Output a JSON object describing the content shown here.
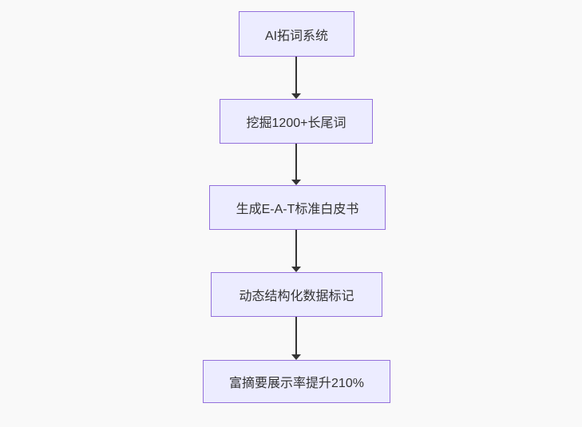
{
  "page": {
    "background_color": "#f9f9f9"
  },
  "flowchart": {
    "direction": "top-to-bottom",
    "node_fill_color": "#ECECFF",
    "node_border_color": "#9370DB",
    "text_color": "#333333",
    "arrow_color": "#333333",
    "nodes": [
      {
        "label": "AI拓词系统"
      },
      {
        "label": "挖掘1200+长尾词"
      },
      {
        "label": "生成E-A-T标准白皮书"
      },
      {
        "label": "动态结构化数据标记"
      },
      {
        "label": "富摘要展示率提升210%"
      }
    ],
    "edges": [
      {
        "from": 0,
        "to": 1
      },
      {
        "from": 1,
        "to": 2
      },
      {
        "from": 2,
        "to": 3
      },
      {
        "from": 3,
        "to": 4
      }
    ]
  }
}
